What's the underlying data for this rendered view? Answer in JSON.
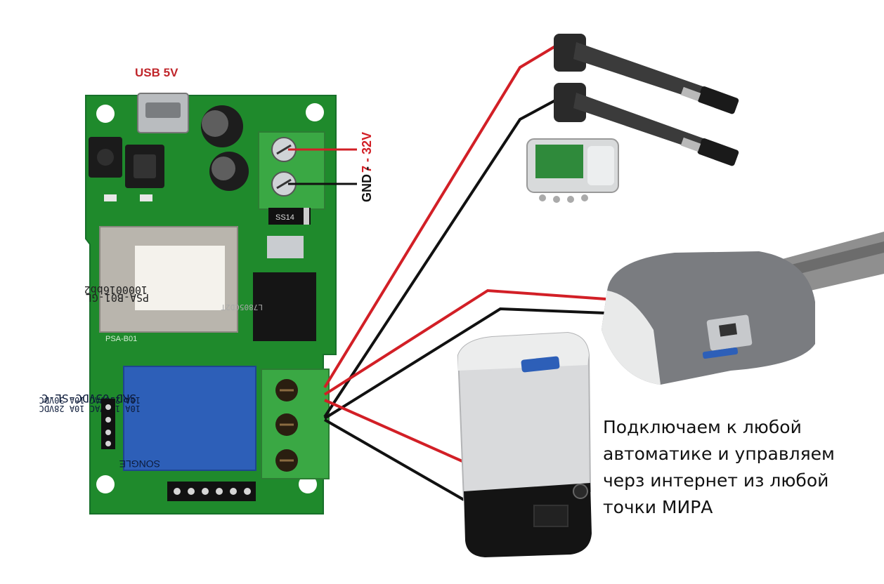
{
  "labels": {
    "usb": "USB 5V",
    "power_positive": "7 - 32V",
    "power_ground": "GND -",
    "module_model": "PSA-B01-GL",
    "module_serial": "1000016bb2",
    "relay_model": "SRD-05VDC-SL-C",
    "relay_ratings": [
      "10A 250VAC  10A 30VDC",
      "10A 125VAC  10A 28VDC"
    ],
    "relay_brand": "SONGLE",
    "regulator": "L7805CD2T",
    "board_silk": "PSA-B01",
    "diode": "SS14"
  },
  "caption": {
    "lines": [
      "Подключаем к любой",
      "автоматике и управляем",
      "черз интернет из любой",
      "точки МИРА"
    ]
  },
  "colors": {
    "pcb": "#1f8a2c",
    "terminal": "#3aa844",
    "relay": "#2d5fb8",
    "wire_red": "#d21f26",
    "wire_black": "#111111",
    "usb_label": "#c0262b"
  },
  "icons": {
    "swing_gate_actuators": "linear-actuator-icon",
    "control_box": "control-box-icon",
    "garage_door_opener": "garage-opener-icon",
    "sliding_gate_motor": "sliding-gate-motor-icon"
  }
}
